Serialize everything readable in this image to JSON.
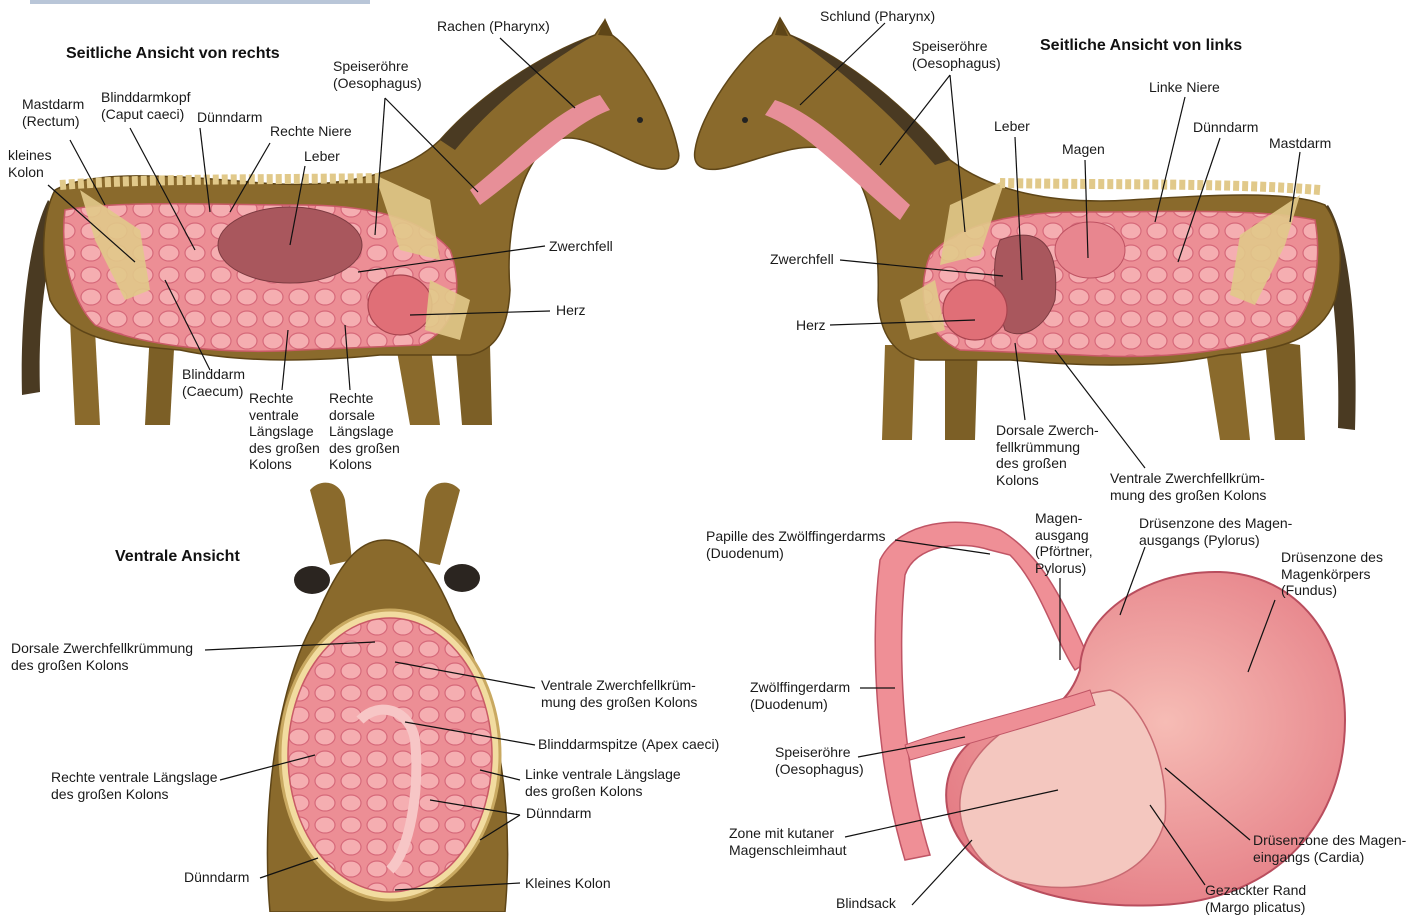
{
  "titles": {
    "right_view": "Seitliche Ansicht von rechts",
    "left_view": "Seitliche Ansicht von links",
    "ventral_view": "Ventrale Ansicht"
  },
  "labels": {
    "r_rachen": "Rachen (Pharynx)",
    "r_speiseroehre": "Speiseröhre\n(Oesophagus)",
    "r_mastdarm": "Mastdarm\n(Rectum)",
    "r_blinddarmkopf": "Blinddarmkopf\n(Caput caeci)",
    "r_duenndarm": "Dünndarm",
    "r_rechte_niere": "Rechte Niere",
    "r_leber": "Leber",
    "r_kleines_kolon": "kleines\nKolon",
    "r_zwerchfell": "Zwerchfell",
    "r_herz": "Herz",
    "r_blinddarm": "Blinddarm\n(Caecum)",
    "r_ventral_laengslage": "Rechte\nventrale\nLängslage\ndes großen\nKolons",
    "r_dorsal_laengslage": "Rechte\ndorsale\nLängslage\ndes großen\nKolons",
    "l_schlund": "Schlund (Pharynx)",
    "l_speiseroehre": "Speiseröhre\n(Oesophagus)",
    "l_linke_niere": "Linke Niere",
    "l_leber": "Leber",
    "l_duenndarm": "Dünndarm",
    "l_magen": "Magen",
    "l_mastdarm": "Mastdarm",
    "l_zwerchfell": "Zwerchfell",
    "l_herz": "Herz",
    "l_dorsale_krue": "Dorsale Zwerch-\nfellkrümmung\ndes großen\nKolons",
    "l_ventrale_krue": "Ventrale Zwerchfellkrüm-\nmung des großen Kolons",
    "v_dorsale_krue": "Dorsale Zwerchfellkrümmung\ndes großen Kolons",
    "v_ventrale_krue": "Ventrale Zwerchfellkrüm-\nmung des großen Kolons",
    "v_blinddarmspitze": "Blinddarmspitze (Apex caeci)",
    "v_rechte_ventrale": "Rechte ventrale Längslage\ndes großen Kolons",
    "v_linke_ventrale": "Linke ventrale Längslage\ndes großen Kolons",
    "v_duenndarm_r": "Dünndarm",
    "v_duenndarm_l": "Dünndarm",
    "v_kleines_kolon": "Kleines Kolon",
    "s_papille": "Papille des Zwölffingerdarms\n(Duodenum)",
    "s_magenausgang": "Magen-\nausgang\n(Pförtner,\nPylorus)",
    "s_druesen_pylorus": "Drüsenzone des Magen-\nausgangs (Pylorus)",
    "s_druesen_fundus": "Drüsenzone des\nMagenkörpers\n(Fundus)",
    "s_zwoelffinger": "Zwölffingerdarm\n(Duodenum)",
    "s_speiseroehre": "Speiseröhre\n(Oesophagus)",
    "s_kutane_zone": "Zone mit kutaner\nMagenschleimhaut",
    "s_blindsack": "Blindsack",
    "s_druesen_cardia": "Drüsenzone des Magen-\neingangs (Cardia)",
    "s_gezackter_rand": "Gezackter Rand\n(Margo plicatus)"
  },
  "colors": {
    "coat": "#8a6a2c",
    "coat_dark": "#5e4517",
    "organ": "#ee8d93",
    "organ_dark": "#c85a66",
    "bone": "#e1c98a",
    "liver": "#a9575d",
    "stomach_inner": "#f6b3aa"
  }
}
